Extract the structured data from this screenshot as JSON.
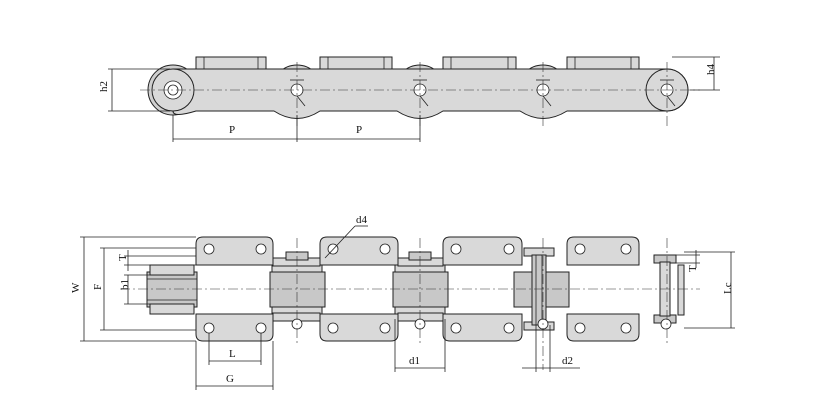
{
  "labels": {
    "h2": "h2",
    "h4": "h4",
    "P_left": "P",
    "P_right": "P",
    "d4": "d4",
    "W": "W",
    "F": "F",
    "T_left": "T",
    "b1": "b1",
    "L": "L",
    "G": "G",
    "d1": "d1",
    "d2": "d2",
    "T_right": "T",
    "Lc": "Lc"
  }
}
